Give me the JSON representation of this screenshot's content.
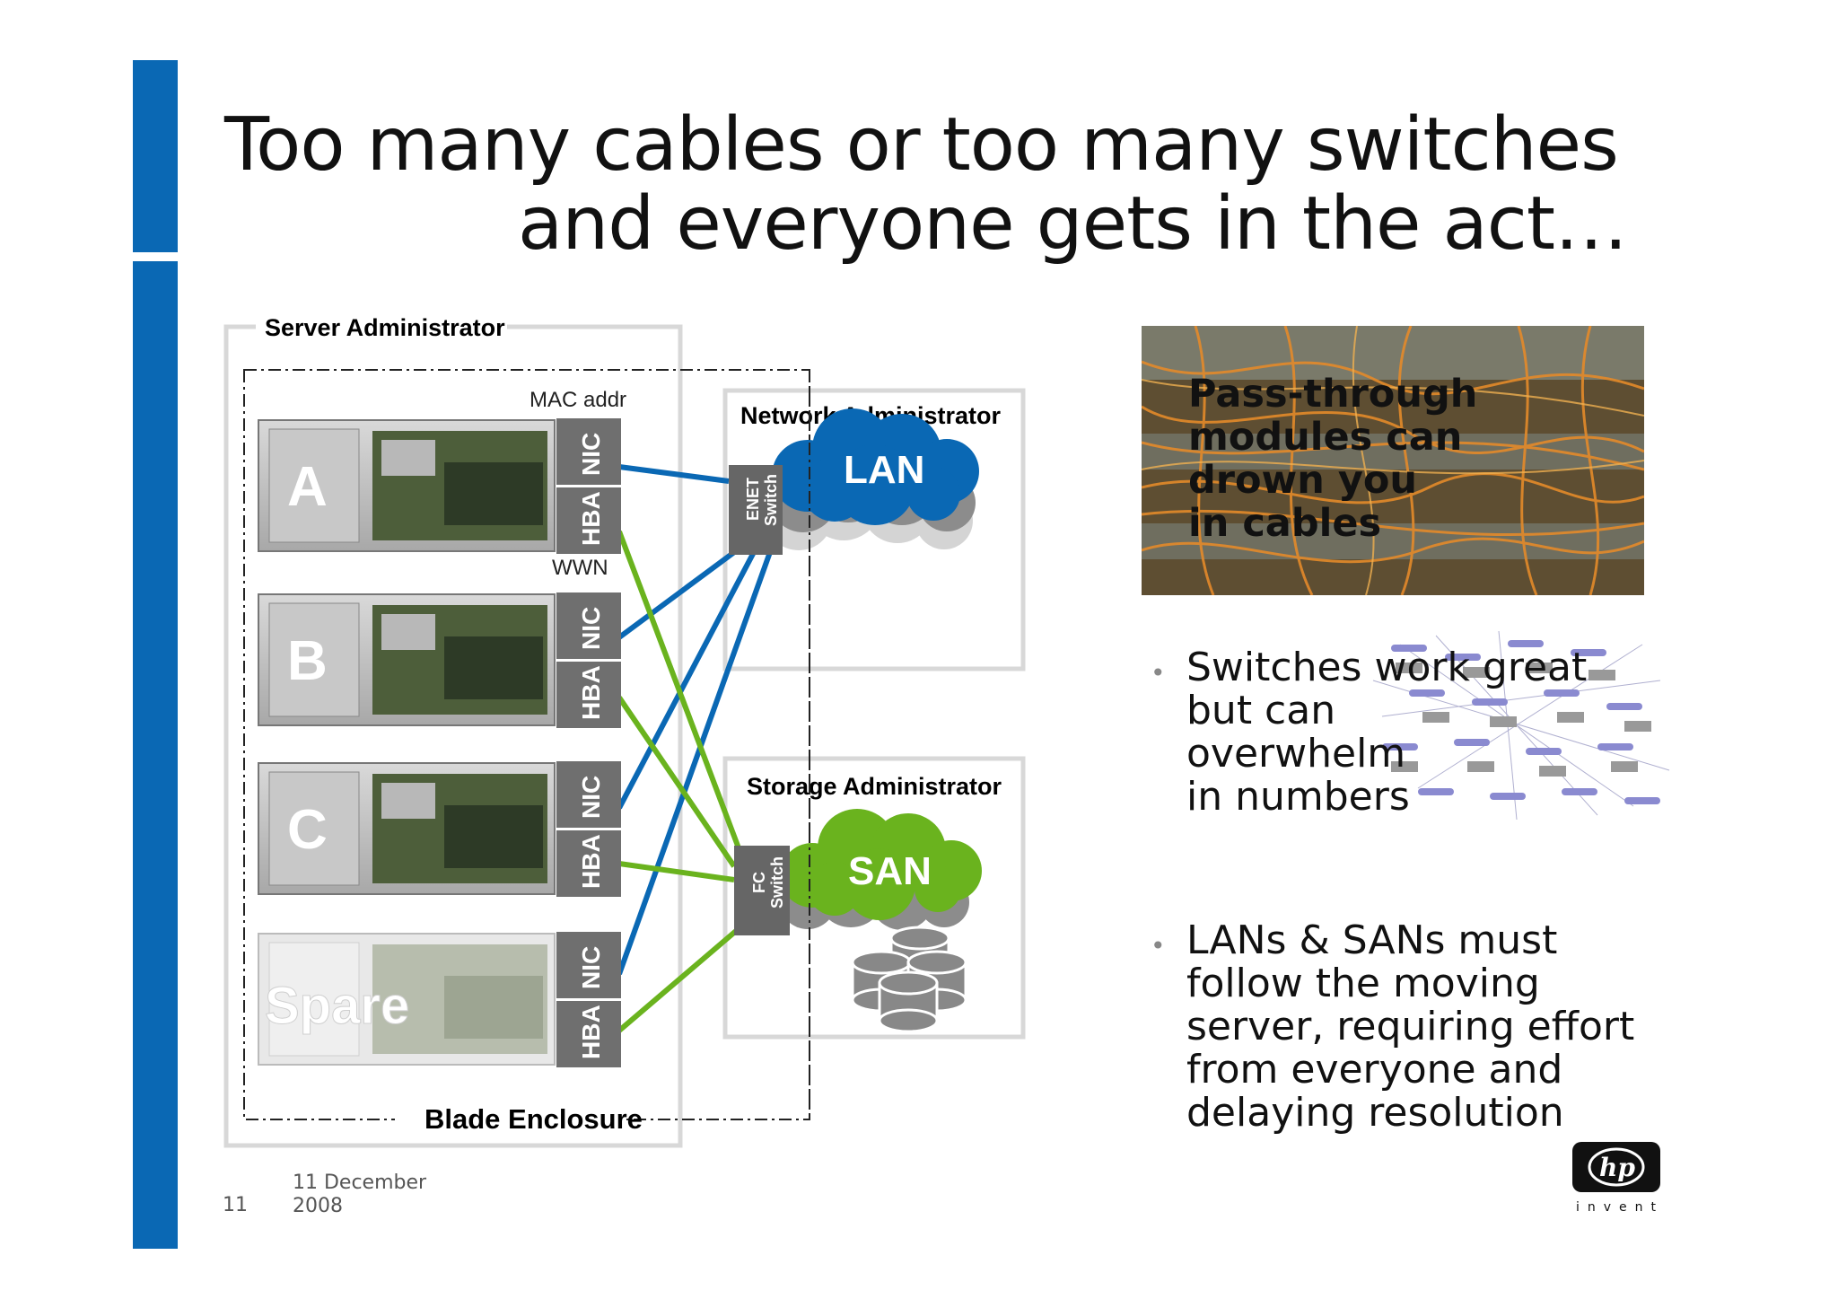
{
  "title": {
    "line1": "Too many cables or too many switches",
    "line2": "and everyone gets in the act…"
  },
  "diagram": {
    "server_admin_label": "Server Administrator",
    "mac_label": "MAC addr",
    "wwn_label": "WWN",
    "servers": [
      {
        "name": "A",
        "nic": "NIC",
        "hba": "HBA"
      },
      {
        "name": "B",
        "nic": "NIC",
        "hba": "HBA"
      },
      {
        "name": "C",
        "nic": "NIC",
        "hba": "HBA"
      },
      {
        "name": "Spare",
        "nic": "NIC",
        "hba": "HBA"
      }
    ],
    "enclosure_label": "Blade Enclosure",
    "network_admin_label": "Network Administrator",
    "storage_admin_label": "Storage Administrator",
    "enet_switch_label_1": "ENET",
    "enet_switch_label_2": "Switch",
    "fc_switch_label_1": "FC",
    "fc_switch_label_2": "Switch",
    "lan_label": "LAN",
    "san_label": "SAN",
    "colors": {
      "lan": "#0a68b4",
      "san": "#6ab31e",
      "accent": "#0a68b4"
    }
  },
  "photo_caption": [
    "Pass-through",
    "modules can",
    "drown you",
    "in cables"
  ],
  "bullets": [
    {
      "lines": [
        "Switches work great",
        "but can",
        "overwhelm",
        "in numbers"
      ]
    },
    {
      "lines": [
        "LANs & SANs must",
        "follow the moving",
        "server, requiring effort",
        "from everyone and",
        "delaying resolution"
      ]
    }
  ],
  "footer": {
    "page_number": "11",
    "date_line1": "11 December",
    "date_line2": "2008"
  },
  "logo": {
    "mark": "hp",
    "tagline": "invent"
  }
}
